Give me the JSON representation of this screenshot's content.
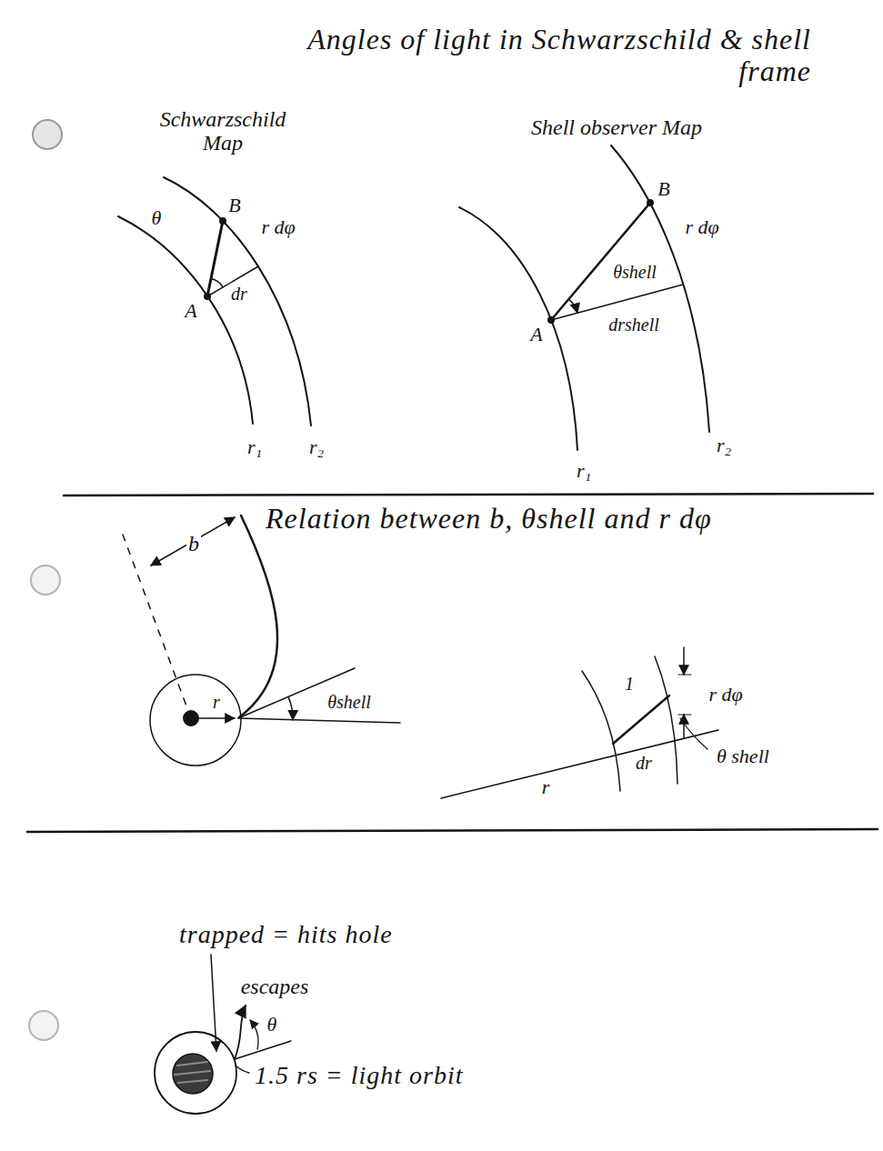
{
  "diagram": {
    "title": "Angles of light in Schwarzschild & shell frame",
    "labels": [
      "Schwarzschild Map",
      "Shell observer Map",
      "θ",
      "B",
      "r dφ",
      "A",
      "dr",
      "r₁",
      "r₂",
      "B",
      "r dφ",
      "θshell",
      "A",
      "drshell",
      "r₁",
      "r₂",
      "Relation between b, θshell and r dφ",
      "b",
      "r",
      "θshell",
      "1",
      "r dφ",
      "dr",
      "r",
      "θ shell",
      "trapped = hits hole",
      "escapes",
      "θ",
      "1.5 rs = light orbit"
    ]
  }
}
